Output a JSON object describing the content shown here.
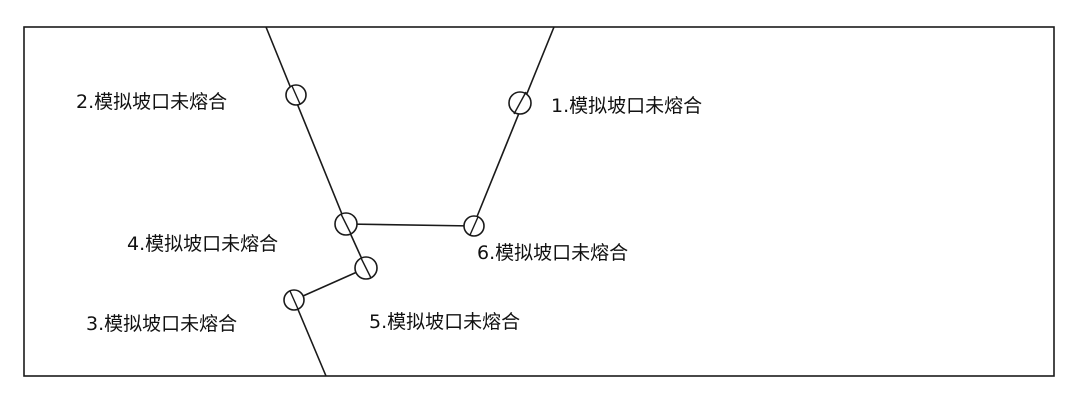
{
  "defects": [
    {
      "id": "1",
      "label": "1.模拟坡口未熔合"
    },
    {
      "id": "2",
      "label": "2.模拟坡口未熔合"
    },
    {
      "id": "3",
      "label": "3.模拟坡口未熔合"
    },
    {
      "id": "4",
      "label": "4.模拟坡口未熔合"
    },
    {
      "id": "5",
      "label": "5.模拟坡口未熔合"
    },
    {
      "id": "6",
      "label": "6.模拟坡口未熔合"
    }
  ]
}
